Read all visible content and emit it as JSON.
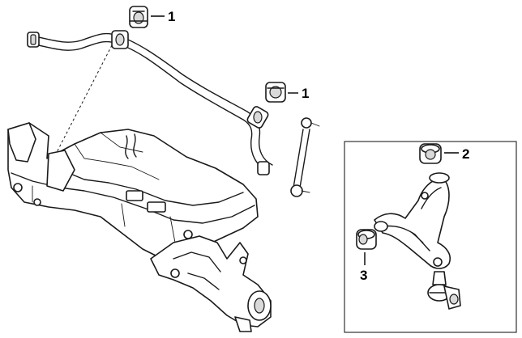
{
  "callouts": [
    {
      "id": "stabilizer-bushing-upper",
      "label": "1"
    },
    {
      "id": "stabilizer-bushing-lower",
      "label": "1"
    },
    {
      "id": "control-arm-rear-bushing",
      "label": "2"
    },
    {
      "id": "control-arm-front-bushing",
      "label": "3"
    }
  ],
  "colors": {
    "line": "#1a1a1a",
    "shade": "#d9d9d9",
    "frame": "#333333",
    "background": "#ffffff"
  }
}
